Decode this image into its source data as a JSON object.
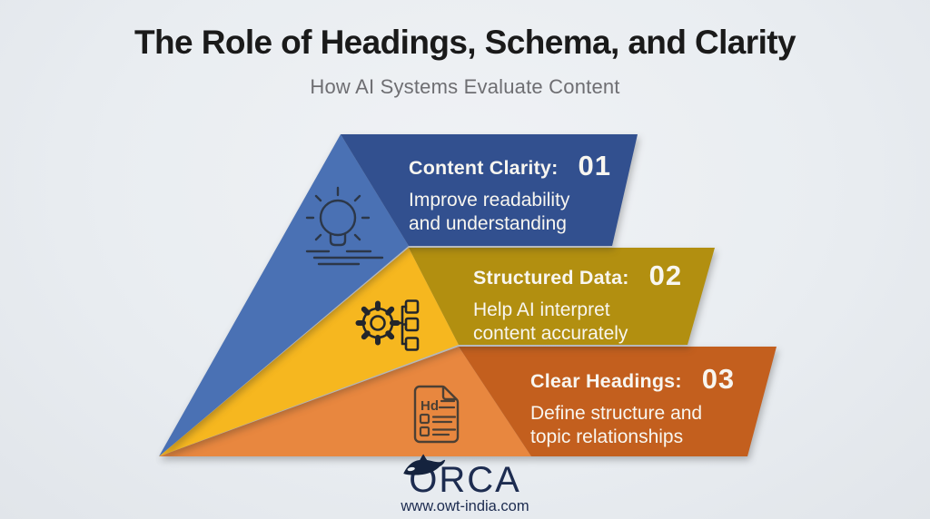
{
  "palette": {
    "background": "#e9edf1",
    "segment_blue_light": "#4a71b4",
    "segment_blue_dark": "#32508f",
    "segment_yellow_light": "#f6b71f",
    "segment_yellow_dark": "#b28f10",
    "segment_orange_light": "#e8873f",
    "segment_orange_dark": "#c35f1e",
    "title_color": "#1a1a1a",
    "subtitle_color": "#6e6e72",
    "panel_text_color": "#f8f6f0",
    "brand_navy": "#1d2c50"
  },
  "header": {
    "title": "The Role of Headings, Schema, and Clarity",
    "subtitle": "How AI Systems Evaluate Content"
  },
  "segments": [
    {
      "number": "01",
      "heading": "Content Clarity:",
      "line1": "Improve readability",
      "line2": "and understanding",
      "icon": "lightbulb-idea-icon"
    },
    {
      "number": "02",
      "heading": "Structured Data:",
      "line1": "Help AI interpret",
      "line2": "content accurately",
      "icon": "gear-schema-tree-icon"
    },
    {
      "number": "03",
      "heading": "Clear Headings:",
      "line1": "Define structure and",
      "line2": "topic relationships",
      "icon": "document-headings-icon",
      "icon_label": "Hd"
    }
  ],
  "footer": {
    "brand": "ORCA",
    "website": "www.owt-india.com"
  }
}
